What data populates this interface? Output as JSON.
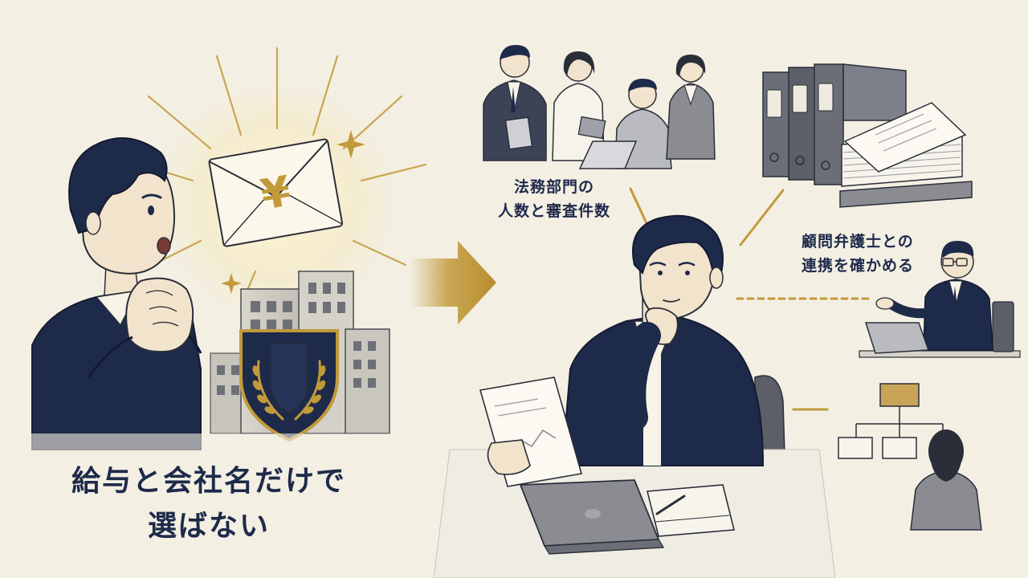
{
  "scene": {
    "main_caption_line1": "給与と会社名だけで",
    "main_caption_line2": "選ばない",
    "legal_caption_line1": "法務部門の",
    "legal_caption_line2": "人数と審査件数",
    "advisor_caption_line1": "顧問弁護士との",
    "advisor_caption_line2": "連携を確かめる",
    "envelope_symbol": "¥"
  },
  "colors": {
    "background": "#f3efe3",
    "navy": "#1e2a4a",
    "gold": "#c29a3a",
    "gray": "#8a8c92",
    "outline": "#2a2e38"
  },
  "icons": [
    "yen-envelope-icon",
    "company-building-icon",
    "crest-shield-icon",
    "arrow-right-icon",
    "binder-stack-icon",
    "org-chart-icon",
    "laptop-icon",
    "notebook-icon",
    "pen-icon"
  ]
}
